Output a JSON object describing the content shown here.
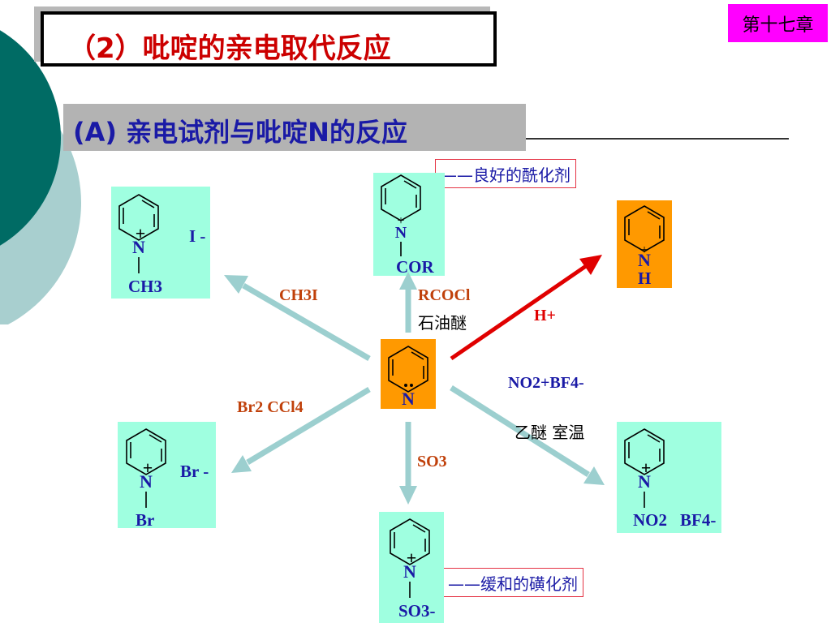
{
  "header": {
    "title": "（2）吡啶的亲电取代反应",
    "chapter": "第十七章"
  },
  "section": {
    "subtitle": "(A) 亲电试剂与吡啶N的反应"
  },
  "notes": {
    "acylating": "——良好的酰化剂",
    "sulfonating": "——缓和的磺化剂"
  },
  "reagents": {
    "methyl_iodide": "CH3I",
    "acyl_chloride": "RCOCl",
    "acyl_solvent": "石油醚",
    "proton": "H+",
    "nitronium": "NO2+BF4-",
    "nitronium_conditions": "乙醚 室温",
    "bromine": "Br2  CCl4",
    "sulfur_trioxide": "SO3"
  },
  "products": {
    "methylpyridinium": {
      "substituent": "CH3",
      "counterion": "I -"
    },
    "acylpyridinium": {
      "substituent": "COR"
    },
    "pyridinium": {
      "substituent": "H"
    },
    "bromopyridinium": {
      "substituent": "Br",
      "counterion": "Br -"
    },
    "nitropyridinium": {
      "substituent": "NO2",
      "counterion": "BF4-"
    },
    "sulfopyridinium": {
      "substituent": "SO3-"
    }
  },
  "colors": {
    "product_box": "#9fffe0",
    "pyridine_box": "#ff9900",
    "arrow_reagent": "#9ccfcf",
    "arrow_proton": "#e00000",
    "reagent_text": "#c0400a",
    "note_border": "#e53344",
    "teal_dark": "#006b64",
    "teal_light": "#a8cfcf"
  }
}
